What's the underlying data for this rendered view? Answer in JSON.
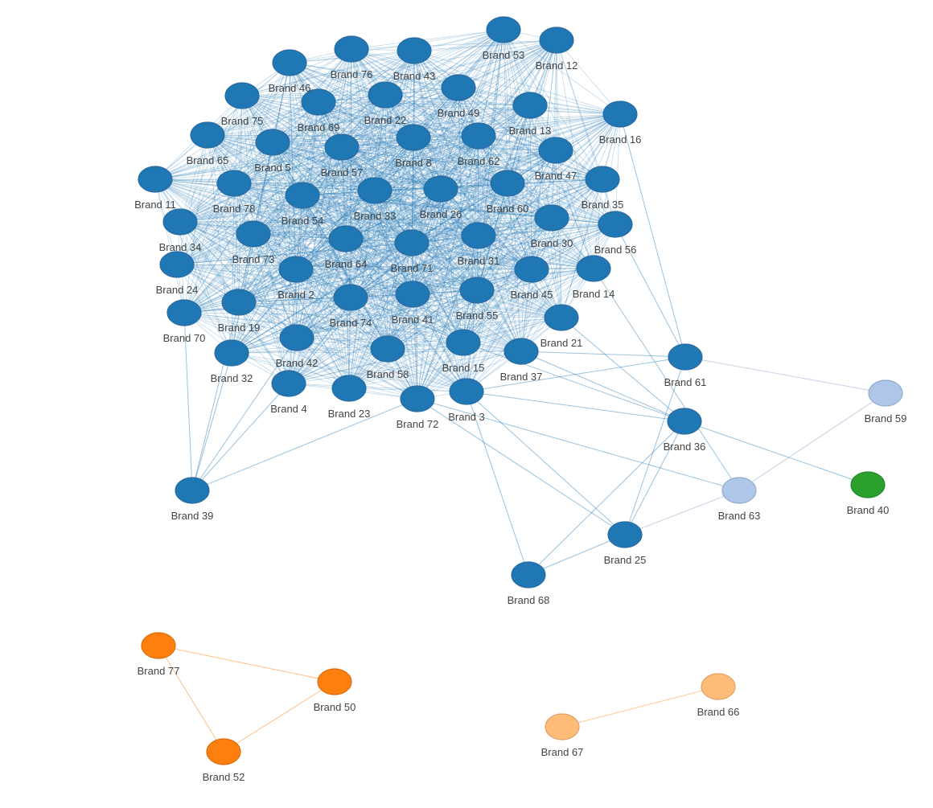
{
  "graph": {
    "colors": {
      "cluster_main": "#1f77b4",
      "cluster_main_light": "#aec7e8",
      "isolate_green": "#2ca02c",
      "cluster_orange": "#ff7f0e",
      "cluster_orange_light": "#ffbb78",
      "edge_main": "#1f77b4",
      "edge_light": "#c6d4e4",
      "edge_orange": "#ff7f0e",
      "edge_orange_light": "#ffbb78"
    },
    "nodes": [
      {
        "id": "b53",
        "label": "Brand 53",
        "group": "main"
      },
      {
        "id": "b12",
        "label": "Brand 12",
        "group": "main"
      },
      {
        "id": "b76",
        "label": "Brand 76",
        "group": "main"
      },
      {
        "id": "b43",
        "label": "Brand 43",
        "group": "main"
      },
      {
        "id": "b46",
        "label": "Brand 46",
        "group": "main"
      },
      {
        "id": "b49",
        "label": "Brand 49",
        "group": "main"
      },
      {
        "id": "b75",
        "label": "Brand 75",
        "group": "main"
      },
      {
        "id": "b22",
        "label": "Brand 22",
        "group": "main"
      },
      {
        "id": "b69",
        "label": "Brand 69",
        "group": "main"
      },
      {
        "id": "b13",
        "label": "Brand 13",
        "group": "main"
      },
      {
        "id": "b16",
        "label": "Brand 16",
        "group": "main"
      },
      {
        "id": "b65",
        "label": "Brand 65",
        "group": "main"
      },
      {
        "id": "b5",
        "label": "Brand 5",
        "group": "main"
      },
      {
        "id": "b57",
        "label": "Brand 57",
        "group": "main"
      },
      {
        "id": "b8",
        "label": "Brand 8",
        "group": "main"
      },
      {
        "id": "b62",
        "label": "Brand 62",
        "group": "main"
      },
      {
        "id": "b47",
        "label": "Brand 47",
        "group": "main"
      },
      {
        "id": "b11",
        "label": "Brand 11",
        "group": "main"
      },
      {
        "id": "b78",
        "label": "Brand 78",
        "group": "main"
      },
      {
        "id": "b54",
        "label": "Brand 54",
        "group": "main"
      },
      {
        "id": "b33",
        "label": "Brand 33",
        "group": "main"
      },
      {
        "id": "b26",
        "label": "Brand 26",
        "group": "main"
      },
      {
        "id": "b60",
        "label": "Brand 60",
        "group": "main"
      },
      {
        "id": "b35",
        "label": "Brand 35",
        "group": "main"
      },
      {
        "id": "b34",
        "label": "Brand 34",
        "group": "main"
      },
      {
        "id": "b30",
        "label": "Brand 30",
        "group": "main"
      },
      {
        "id": "b56",
        "label": "Brand 56",
        "group": "main"
      },
      {
        "id": "b73",
        "label": "Brand 73",
        "group": "main"
      },
      {
        "id": "b64",
        "label": "Brand 64",
        "group": "main"
      },
      {
        "id": "b71",
        "label": "Brand 71",
        "group": "main"
      },
      {
        "id": "b31",
        "label": "Brand 31",
        "group": "main"
      },
      {
        "id": "b24",
        "label": "Brand 24",
        "group": "main"
      },
      {
        "id": "b2",
        "label": "Brand 2",
        "group": "main"
      },
      {
        "id": "b45",
        "label": "Brand 45",
        "group": "main"
      },
      {
        "id": "b14",
        "label": "Brand 14",
        "group": "main"
      },
      {
        "id": "b70",
        "label": "Brand 70",
        "group": "main"
      },
      {
        "id": "b19",
        "label": "Brand 19",
        "group": "main"
      },
      {
        "id": "b74",
        "label": "Brand 74",
        "group": "main"
      },
      {
        "id": "b41",
        "label": "Brand 41",
        "group": "main"
      },
      {
        "id": "b55",
        "label": "Brand 55",
        "group": "main"
      },
      {
        "id": "b21",
        "label": "Brand 21",
        "group": "main"
      },
      {
        "id": "b42",
        "label": "Brand 42",
        "group": "main"
      },
      {
        "id": "b58",
        "label": "Brand 58",
        "group": "main"
      },
      {
        "id": "b15",
        "label": "Brand 15",
        "group": "main"
      },
      {
        "id": "b37",
        "label": "Brand 37",
        "group": "main"
      },
      {
        "id": "b32",
        "label": "Brand 32",
        "group": "main"
      },
      {
        "id": "b4",
        "label": "Brand 4",
        "group": "main"
      },
      {
        "id": "b23",
        "label": "Brand 23",
        "group": "main"
      },
      {
        "id": "b72",
        "label": "Brand 72",
        "group": "main"
      },
      {
        "id": "b3",
        "label": "Brand 3",
        "group": "main"
      },
      {
        "id": "b61",
        "label": "Brand 61",
        "group": "main"
      },
      {
        "id": "b36",
        "label": "Brand 36",
        "group": "main"
      },
      {
        "id": "b39",
        "label": "Brand 39",
        "group": "main"
      },
      {
        "id": "b25",
        "label": "Brand 25",
        "group": "main"
      },
      {
        "id": "b68",
        "label": "Brand 68",
        "group": "main"
      },
      {
        "id": "b59",
        "label": "Brand 59",
        "group": "main_light"
      },
      {
        "id": "b63",
        "label": "Brand 63",
        "group": "main_light"
      },
      {
        "id": "b40",
        "label": "Brand 40",
        "group": "green"
      },
      {
        "id": "b77",
        "label": "Brand 77",
        "group": "orange"
      },
      {
        "id": "b50",
        "label": "Brand 50",
        "group": "orange"
      },
      {
        "id": "b52",
        "label": "Brand 52",
        "group": "orange"
      },
      {
        "id": "b66",
        "label": "Brand 66",
        "group": "orange_light"
      },
      {
        "id": "b67",
        "label": "Brand 67",
        "group": "orange_light"
      }
    ],
    "edges": [
      [
        "b61",
        "b59",
        "light"
      ],
      [
        "b63",
        "b59",
        "light"
      ],
      [
        "b63",
        "b25",
        "light"
      ],
      [
        "b36",
        "b40",
        "main"
      ],
      [
        "b61",
        "b25",
        "main"
      ],
      [
        "b36",
        "b25",
        "main"
      ],
      [
        "b36",
        "b68",
        "main"
      ],
      [
        "b16",
        "b61",
        "main"
      ],
      [
        "b56",
        "b61",
        "main"
      ],
      [
        "b21",
        "b36",
        "main"
      ],
      [
        "b14",
        "b63",
        "main"
      ],
      [
        "b3",
        "b68",
        "main"
      ],
      [
        "b3",
        "b25",
        "main"
      ],
      [
        "b72",
        "b25",
        "main"
      ],
      [
        "b72",
        "b63",
        "main"
      ],
      [
        "b3",
        "b61",
        "main"
      ],
      [
        "b37",
        "b61",
        "main"
      ],
      [
        "b37",
        "b36",
        "main"
      ],
      [
        "b15",
        "b36",
        "main"
      ],
      [
        "b3",
        "b36",
        "main"
      ],
      [
        "b25",
        "b68",
        "main"
      ],
      [
        "b39",
        "b70",
        "main"
      ],
      [
        "b39",
        "b32",
        "main"
      ],
      [
        "b39",
        "b4",
        "main"
      ],
      [
        "b39",
        "b42",
        "main"
      ],
      [
        "b39",
        "b72",
        "main"
      ],
      [
        "b39",
        "b19",
        "main"
      ],
      [
        "b77",
        "b50",
        "orange"
      ],
      [
        "b77",
        "b52",
        "orange"
      ],
      [
        "b50",
        "b52",
        "orange"
      ],
      [
        "b66",
        "b67",
        "orange_light"
      ]
    ],
    "clique_groups": [
      "main"
    ]
  }
}
